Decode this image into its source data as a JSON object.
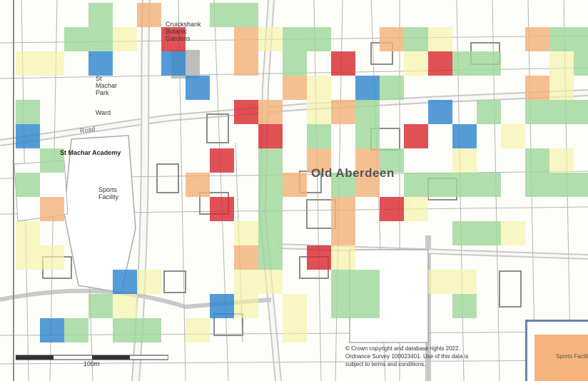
{
  "colors": {
    "background": "#fdfdf9",
    "roads": "#bdbdbd",
    "building": "#9a9a9a",
    "yellow": "#f6f2a4",
    "green": "#9fd79b",
    "orange": "#f3b27a",
    "red": "#d92b32",
    "blue": "#2f86cf"
  },
  "labels": {
    "academy": "St Machar Academy",
    "park": "St Machar Park",
    "sports": "Sports Facility",
    "old_aberdeen": "Old Aberdeen",
    "gardens": "Cruickshank Botanic Gardens",
    "road_west": "Road",
    "ward": "Ward"
  },
  "copyright": {
    "line1": "© Crown copyright and database rights 2022.",
    "line2": "Ordnance Survey 100023401. Use of this data is",
    "line3": "subject to terms and conditions."
  },
  "scale": {
    "label": "100m"
  },
  "legend": {
    "label": "Sports Facility"
  },
  "grid_cells": [
    {
      "c": 5,
      "r": 0,
      "k": "orange"
    },
    {
      "c": 3,
      "r": 0,
      "k": "green"
    },
    {
      "c": 8,
      "r": 0,
      "k": "green"
    },
    {
      "c": 9,
      "r": 0,
      "k": "green"
    },
    {
      "c": 2,
      "r": 1,
      "k": "green"
    },
    {
      "c": 3,
      "r": 1,
      "k": "green"
    },
    {
      "c": 4,
      "r": 1,
      "k": "yellow"
    },
    {
      "c": 6,
      "r": 1,
      "k": "red"
    },
    {
      "c": 9,
      "r": 1,
      "k": "orange"
    },
    {
      "c": 10,
      "r": 1,
      "k": "yellow"
    },
    {
      "c": 11,
      "r": 1,
      "k": "green"
    },
    {
      "c": 12,
      "r": 1,
      "k": "green"
    },
    {
      "c": 15,
      "r": 1,
      "k": "orange"
    },
    {
      "c": 16,
      "r": 1,
      "k": "green"
    },
    {
      "c": 17,
      "r": 1,
      "k": "yellow"
    },
    {
      "c": 21,
      "r": 1,
      "k": "orange"
    },
    {
      "c": 22,
      "r": 1,
      "k": "green"
    },
    {
      "c": 23,
      "r": 1,
      "k": "green"
    },
    {
      "c": 0,
      "r": 2,
      "k": "yellow"
    },
    {
      "c": 1,
      "r": 2,
      "k": "yellow"
    },
    {
      "c": 3,
      "r": 2,
      "k": "blue"
    },
    {
      "c": 6,
      "r": 2,
      "k": "blue"
    },
    {
      "c": 9,
      "r": 2,
      "k": "orange"
    },
    {
      "c": 11,
      "r": 2,
      "k": "green"
    },
    {
      "c": 13,
      "r": 2,
      "k": "red"
    },
    {
      "c": 16,
      "r": 2,
      "k": "yellow"
    },
    {
      "c": 17,
      "r": 2,
      "k": "red"
    },
    {
      "c": 18,
      "r": 2,
      "k": "green"
    },
    {
      "c": 19,
      "r": 2,
      "k": "green"
    },
    {
      "c": 22,
      "r": 2,
      "k": "yellow"
    },
    {
      "c": 23,
      "r": 2,
      "k": "green"
    },
    {
      "c": 7,
      "r": 3,
      "k": "blue"
    },
    {
      "c": 11,
      "r": 3,
      "k": "orange"
    },
    {
      "c": 12,
      "r": 3,
      "k": "yellow"
    },
    {
      "c": 14,
      "r": 3,
      "k": "blue"
    },
    {
      "c": 15,
      "r": 3,
      "k": "green"
    },
    {
      "c": 21,
      "r": 3,
      "k": "orange"
    },
    {
      "c": 22,
      "r": 3,
      "k": "yellow"
    },
    {
      "c": 0,
      "r": 4,
      "k": "green"
    },
    {
      "c": 9,
      "r": 4,
      "k": "red"
    },
    {
      "c": 10,
      "r": 4,
      "k": "orange"
    },
    {
      "c": 12,
      "r": 4,
      "k": "yellow"
    },
    {
      "c": 13,
      "r": 4,
      "k": "orange"
    },
    {
      "c": 14,
      "r": 4,
      "k": "green"
    },
    {
      "c": 17,
      "r": 4,
      "k": "blue"
    },
    {
      "c": 19,
      "r": 4,
      "k": "green"
    },
    {
      "c": 21,
      "r": 4,
      "k": "green"
    },
    {
      "c": 22,
      "r": 4,
      "k": "green"
    },
    {
      "c": 23,
      "r": 4,
      "k": "green"
    },
    {
      "c": 0,
      "r": 5,
      "k": "blue"
    },
    {
      "c": 10,
      "r": 5,
      "k": "red"
    },
    {
      "c": 12,
      "r": 5,
      "k": "green"
    },
    {
      "c": 14,
      "r": 5,
      "k": "green"
    },
    {
      "c": 16,
      "r": 5,
      "k": "red"
    },
    {
      "c": 18,
      "r": 5,
      "k": "blue"
    },
    {
      "c": 20,
      "r": 5,
      "k": "yellow"
    },
    {
      "c": 1,
      "r": 6,
      "k": "green"
    },
    {
      "c": 8,
      "r": 6,
      "k": "red"
    },
    {
      "c": 10,
      "r": 6,
      "k": "green"
    },
    {
      "c": 12,
      "r": 6,
      "k": "orange"
    },
    {
      "c": 14,
      "r": 6,
      "k": "orange"
    },
    {
      "c": 15,
      "r": 6,
      "k": "green"
    },
    {
      "c": 18,
      "r": 6,
      "k": "yellow"
    },
    {
      "c": 21,
      "r": 6,
      "k": "green"
    },
    {
      "c": 22,
      "r": 6,
      "k": "yellow"
    },
    {
      "c": 0,
      "r": 7,
      "k": "green"
    },
    {
      "c": 7,
      "r": 7,
      "k": "orange"
    },
    {
      "c": 10,
      "r": 7,
      "k": "green"
    },
    {
      "c": 11,
      "r": 7,
      "k": "orange"
    },
    {
      "c": 13,
      "r": 7,
      "k": "green"
    },
    {
      "c": 14,
      "r": 7,
      "k": "orange"
    },
    {
      "c": 16,
      "r": 7,
      "k": "green"
    },
    {
      "c": 17,
      "r": 7,
      "k": "green"
    },
    {
      "c": 18,
      "r": 7,
      "k": "green"
    },
    {
      "c": 19,
      "r": 7,
      "k": "green"
    },
    {
      "c": 21,
      "r": 7,
      "k": "green"
    },
    {
      "c": 22,
      "r": 7,
      "k": "green"
    },
    {
      "c": 23,
      "r": 7,
      "k": "green"
    },
    {
      "c": 1,
      "r": 8,
      "k": "orange"
    },
    {
      "c": 8,
      "r": 8,
      "k": "red"
    },
    {
      "c": 10,
      "r": 8,
      "k": "green"
    },
    {
      "c": 13,
      "r": 8,
      "k": "orange"
    },
    {
      "c": 15,
      "r": 8,
      "k": "red"
    },
    {
      "c": 16,
      "r": 8,
      "k": "yellow"
    },
    {
      "c": 0,
      "r": 9,
      "k": "yellow"
    },
    {
      "c": 9,
      "r": 9,
      "k": "yellow"
    },
    {
      "c": 10,
      "r": 9,
      "k": "green"
    },
    {
      "c": 13,
      "r": 9,
      "k": "orange"
    },
    {
      "c": 18,
      "r": 9,
      "k": "green"
    },
    {
      "c": 19,
      "r": 9,
      "k": "green"
    },
    {
      "c": 20,
      "r": 9,
      "k": "yellow"
    },
    {
      "c": 9,
      "r": 10,
      "k": "orange"
    },
    {
      "c": 10,
      "r": 10,
      "k": "green"
    },
    {
      "c": 12,
      "r": 10,
      "k": "red"
    },
    {
      "c": 13,
      "r": 10,
      "k": "yellow"
    },
    {
      "c": 0,
      "r": 10,
      "k": "yellow"
    },
    {
      "c": 1,
      "r": 10,
      "k": "yellow"
    },
    {
      "c": 4,
      "r": 11,
      "k": "blue"
    },
    {
      "c": 5,
      "r": 11,
      "k": "yellow"
    },
    {
      "c": 9,
      "r": 11,
      "k": "yellow"
    },
    {
      "c": 10,
      "r": 11,
      "k": "yellow"
    },
    {
      "c": 13,
      "r": 11,
      "k": "green"
    },
    {
      "c": 14,
      "r": 11,
      "k": "green"
    },
    {
      "c": 17,
      "r": 11,
      "k": "yellow"
    },
    {
      "c": 18,
      "r": 11,
      "k": "yellow"
    },
    {
      "c": 3,
      "r": 12,
      "k": "green"
    },
    {
      "c": 4,
      "r": 12,
      "k": "yellow"
    },
    {
      "c": 8,
      "r": 12,
      "k": "blue"
    },
    {
      "c": 9,
      "r": 12,
      "k": "yellow"
    },
    {
      "c": 11,
      "r": 12,
      "k": "yellow"
    },
    {
      "c": 13,
      "r": 12,
      "k": "green"
    },
    {
      "c": 14,
      "r": 12,
      "k": "green"
    },
    {
      "c": 18,
      "r": 12,
      "k": "green"
    },
    {
      "c": 1,
      "r": 13,
      "k": "blue"
    },
    {
      "c": 2,
      "r": 13,
      "k": "green"
    },
    {
      "c": 4,
      "r": 13,
      "k": "green"
    },
    {
      "c": 5,
      "r": 13,
      "k": "green"
    },
    {
      "c": 7,
      "r": 13,
      "k": "yellow"
    },
    {
      "c": 11,
      "r": 13,
      "k": "yellow"
    }
  ]
}
